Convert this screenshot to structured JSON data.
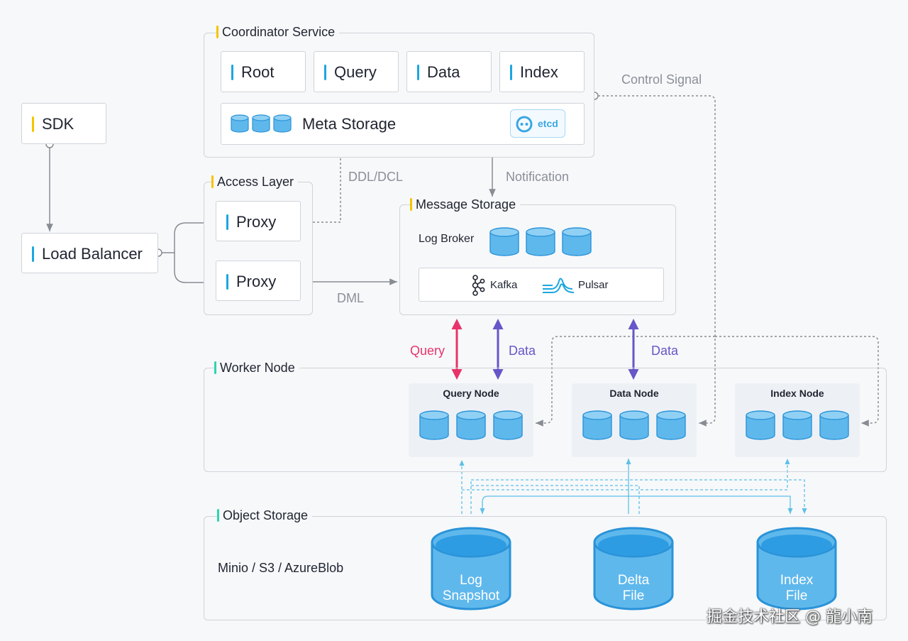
{
  "coordinator": {
    "title": "Coordinator Service",
    "items": [
      "Root",
      "Query",
      "Data",
      "Index"
    ],
    "meta_storage": "Meta Storage",
    "etcd_label": "etcd"
  },
  "sdk": {
    "label": "SDK"
  },
  "load_balancer": {
    "label": "Load Balancer"
  },
  "access_layer": {
    "title": "Access Layer",
    "proxies": [
      "Proxy",
      "Proxy"
    ]
  },
  "message_storage": {
    "title": "Message Storage",
    "log_broker": "Log Broker",
    "kafka": "Kafka",
    "pulsar": "Pulsar"
  },
  "edges": {
    "control_signal": "Control Signal",
    "ddl_dcl": "DDL/DCL",
    "notification": "Notification",
    "dml": "DML",
    "query": "Query",
    "data_left": "Data",
    "data_right": "Data"
  },
  "worker_node": {
    "title": "Worker Node",
    "nodes": [
      "Query Node",
      "Data Node",
      "Index Node"
    ]
  },
  "object_storage": {
    "title": "Object Storage",
    "providers": "Minio / S3 / AzureBlob",
    "stores": [
      {
        "line1": "Log",
        "line2": "Snapshot"
      },
      {
        "line1": "Delta",
        "line2": "File"
      },
      {
        "line1": "Index",
        "line2": "File"
      }
    ]
  },
  "watermark": "掘金技术社区 @ 龍小南",
  "colors": {
    "accent_yellow": "#f5c400",
    "accent_blue": "#1ba6e0",
    "accent_teal": "#2fd4b0",
    "query_arrow": "#e8336b",
    "data_arrow": "#6656c8",
    "cylinder_fill": "#5fb8ec",
    "cylinder_stroke": "#2a93d8"
  }
}
